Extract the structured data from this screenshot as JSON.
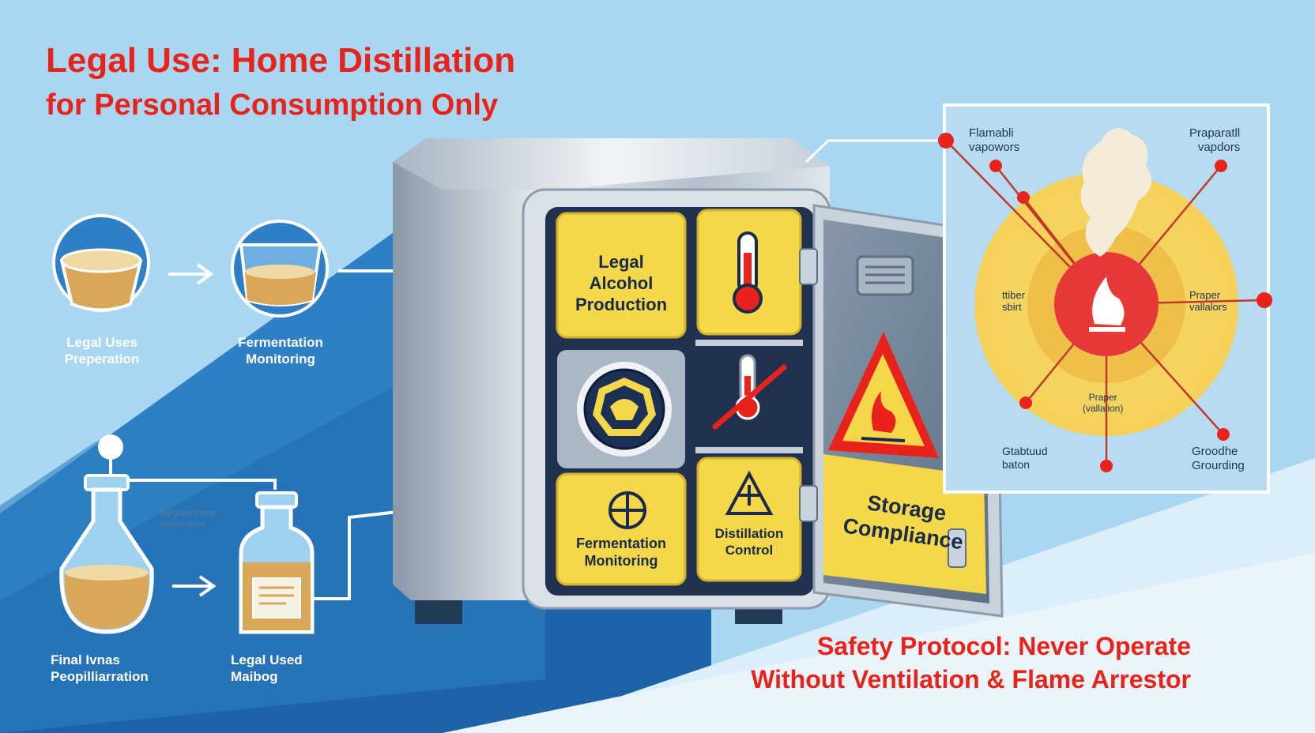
{
  "header": {
    "title_line1": "Legal Use: Home Distillation",
    "title_line2": "for Personal Consumption Only"
  },
  "process": {
    "step1": "Legal Uses\nPreperation",
    "step2": "Fermentation\nMonitoring",
    "step3": "Final Ivnas\nPeopilliarration",
    "step4": "Legal Used\nMaibog",
    "flask_caption": "Niegrate mnne\nGrooamimo"
  },
  "cabinet": {
    "panel1": "Legal\nAlcohol\nProduction",
    "panel_fermentation": "Fermentation\nMonitoring",
    "panel_distillation": "Distillation\nControl",
    "door_label": "Storage\nCompliance"
  },
  "diagram": {
    "top_left": "Flamabli\nvapowors",
    "top_right": "Praparatll\nvapdors",
    "mid_left": "ttiber\nsbirt",
    "mid_right": "Praper\nvallalors",
    "center_bottom": "Praper\n(vallalion)",
    "bottom_left": "Gtabtuud\nbaton",
    "bottom_right": "Groodhe\nGrourding"
  },
  "footer": {
    "warning_line1": "Safety Protocol: Never Operate",
    "warning_line2": "Without Ventilation & Flame Arrestor"
  },
  "icons": [
    "bowl-icon",
    "fermentation-beaker-icon",
    "flask-icon",
    "bottle-icon",
    "thermometer-icon",
    "crossed-thermometer-icon",
    "seal-badge-icon",
    "globe-icon",
    "warning-triangle-icon",
    "fire-hazard-icon",
    "flame-icon",
    "smoke-icon"
  ],
  "colors": {
    "accent_red": "#e8231c",
    "panel_yellow": "#f4d84a",
    "steel": "#c8d3dd",
    "navy": "#1c2f55"
  }
}
